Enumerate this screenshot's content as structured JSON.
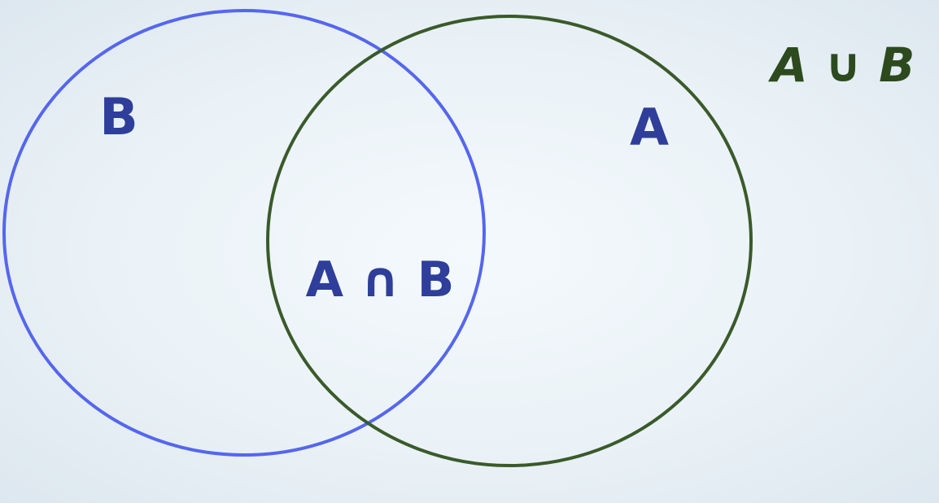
{
  "diagram": {
    "labels": {
      "set_b": "B",
      "set_a": "A",
      "intersection": "A ∩ B",
      "union": "A ∪ B"
    },
    "colors": {
      "background": "#eef5f9",
      "circle_b": "#5566ee",
      "circle_a": "#3a5a2a",
      "label_blue": "#2e3e9a",
      "label_dark_green": "#2c4a1e"
    }
  }
}
